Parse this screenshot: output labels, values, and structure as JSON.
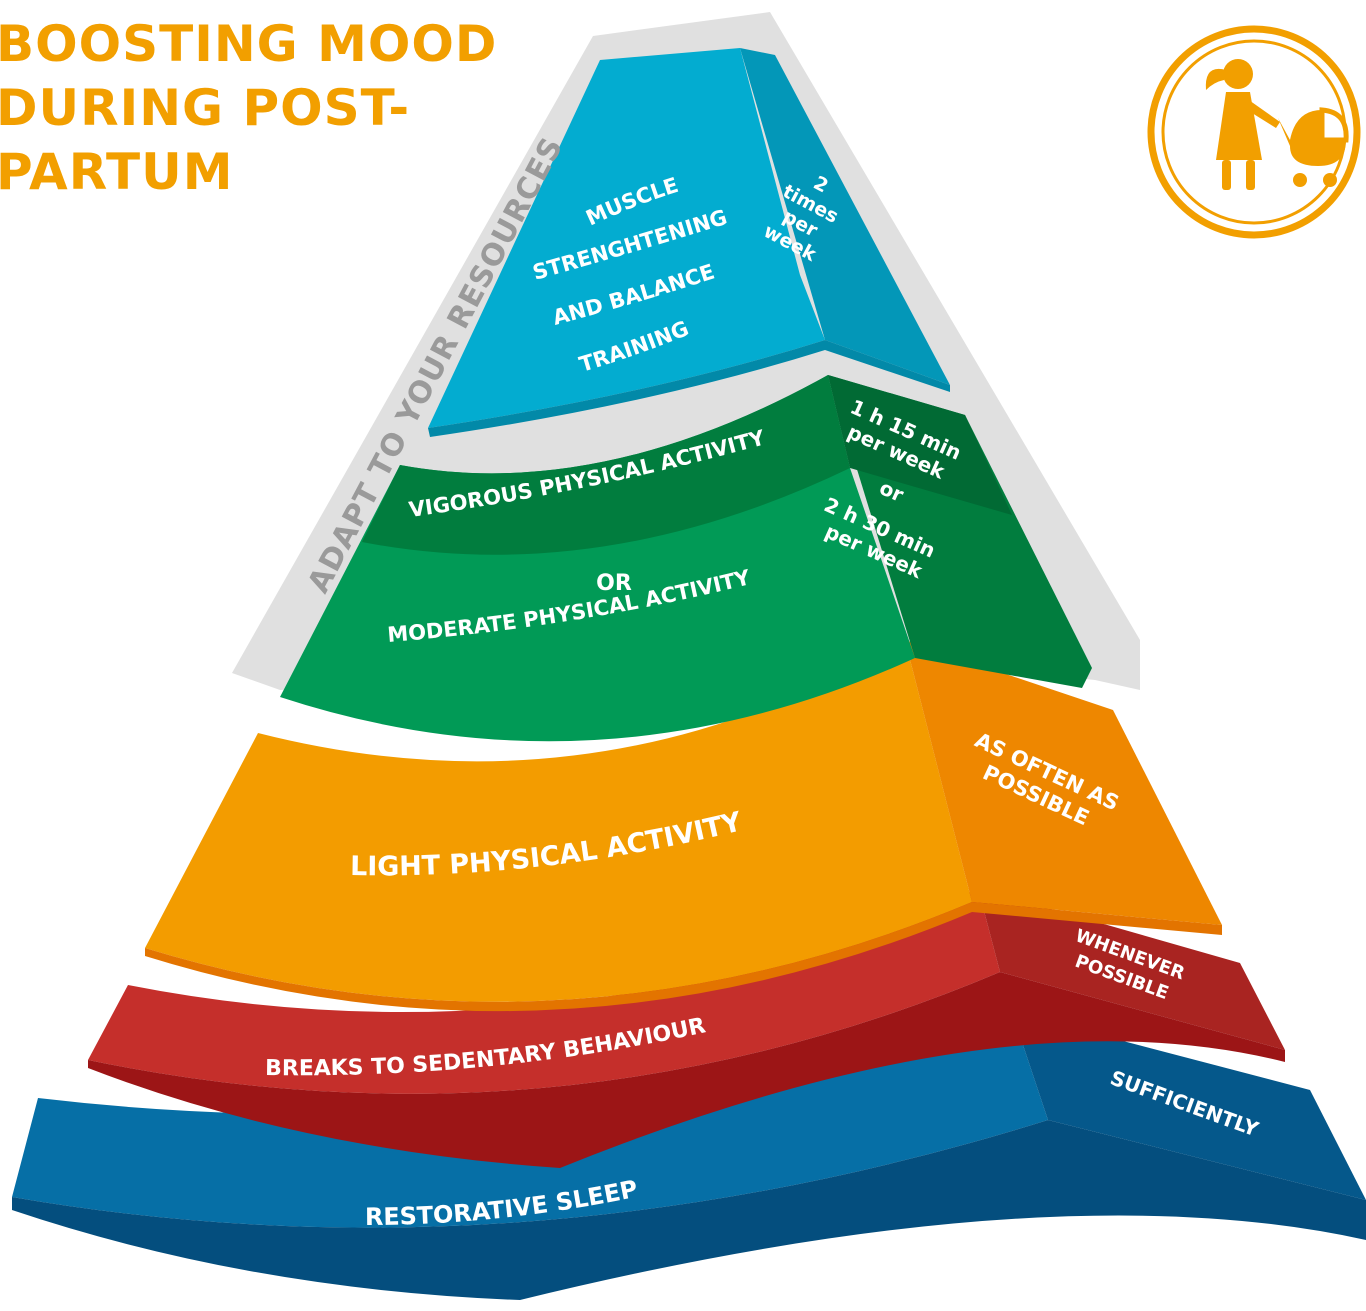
{
  "title": {
    "line1": "BOOSTING MOOD",
    "line2": "DURING POST-",
    "line3": "PARTUM"
  },
  "side_label": "ADAPT TO YOUR RESOURCES",
  "tiers": {
    "muscle": {
      "label_lines": [
        "MUSCLE",
        "STRENGHTENING",
        "AND BALANCE",
        "TRAINING"
      ],
      "freq_lines": [
        "2",
        "times",
        "per",
        "week"
      ]
    },
    "aerobic": {
      "vigorous": "VIGOROUS PHYSICAL ACTIVITY",
      "or": "OR",
      "moderate": "MODERATE PHYSICAL ACTIVITY",
      "freq_lines": [
        "1 h 15 min",
        "per week",
        "or",
        "2 h 30 min",
        "per week"
      ]
    },
    "light": {
      "label": "LIGHT PHYSICAL ACTIVITY",
      "freq_lines": [
        "AS OFTEN AS",
        "POSSIBLE"
      ]
    },
    "breaks": {
      "label": "BREAKS TO SEDENTARY BEHAVIOUR",
      "freq_lines": [
        "WHENEVER",
        "POSSIBLE"
      ]
    },
    "sleep": {
      "label": "RESTORATIVE SLEEP",
      "freq": "SUFFICIENTLY"
    }
  },
  "icon": "mother-with-stroller-icon",
  "colors": {
    "title": "#f29f00",
    "side_band": "#e0e0e0",
    "side_text": "#9a9a9a",
    "muscle_front": "#03acd0",
    "muscle_side": "#0397b8",
    "aerobic_front": "#019a56",
    "aerobic_dark": "#017d3e",
    "light_front": "#f39c00",
    "light_side": "#ee8700",
    "light_under": "#e37400",
    "breaks_front": "#c52f2b",
    "breaks_side": "#a92421",
    "breaks_under": "#9c1516",
    "sleep_front": "#066fa6",
    "sleep_side": "#05588b",
    "sleep_under": "#044e7e"
  }
}
